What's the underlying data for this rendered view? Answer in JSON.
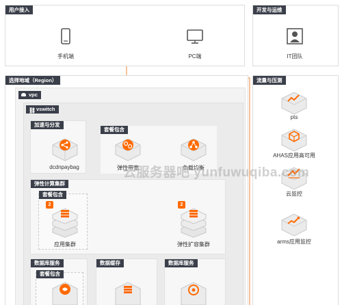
{
  "sections": {
    "user_access": "用户接入",
    "dev_ops": "开发与运维",
    "region": "选择地域（Region）",
    "traffic": "流量与压测"
  },
  "network": {
    "vpc": "vpc",
    "vswitch": "vswitch"
  },
  "groups": {
    "accel": "加速与分发",
    "package_top": "套餐包含",
    "elastic": "弹性计算集群",
    "package_left": "套餐包含",
    "db_left": "数据库服务",
    "cache": "数据缓存",
    "db_right": "数据库服务",
    "package_bottom": "套餐包含"
  },
  "nodes": {
    "mobile": "手机端",
    "pc": "PC端",
    "it_team": "IT团队",
    "dcdn": "dcdnpaybag",
    "bandwidth": "弹性带宽",
    "slb": "负载均衡",
    "app_cluster": "应用集群",
    "ess": "弹性扩容集群",
    "pts": "pts",
    "ahas": "AHAS应用高可用",
    "cms": "云监控",
    "arms": "arms应用监控"
  },
  "badges": {
    "app_cluster": "2",
    "ess": "2"
  },
  "watermark": "云服务器吧 yunfuwuqiba.com",
  "colors": {
    "accent": "#ff6a00",
    "header": "#3a3f4a",
    "panel_gray": "#f3f3f3"
  }
}
